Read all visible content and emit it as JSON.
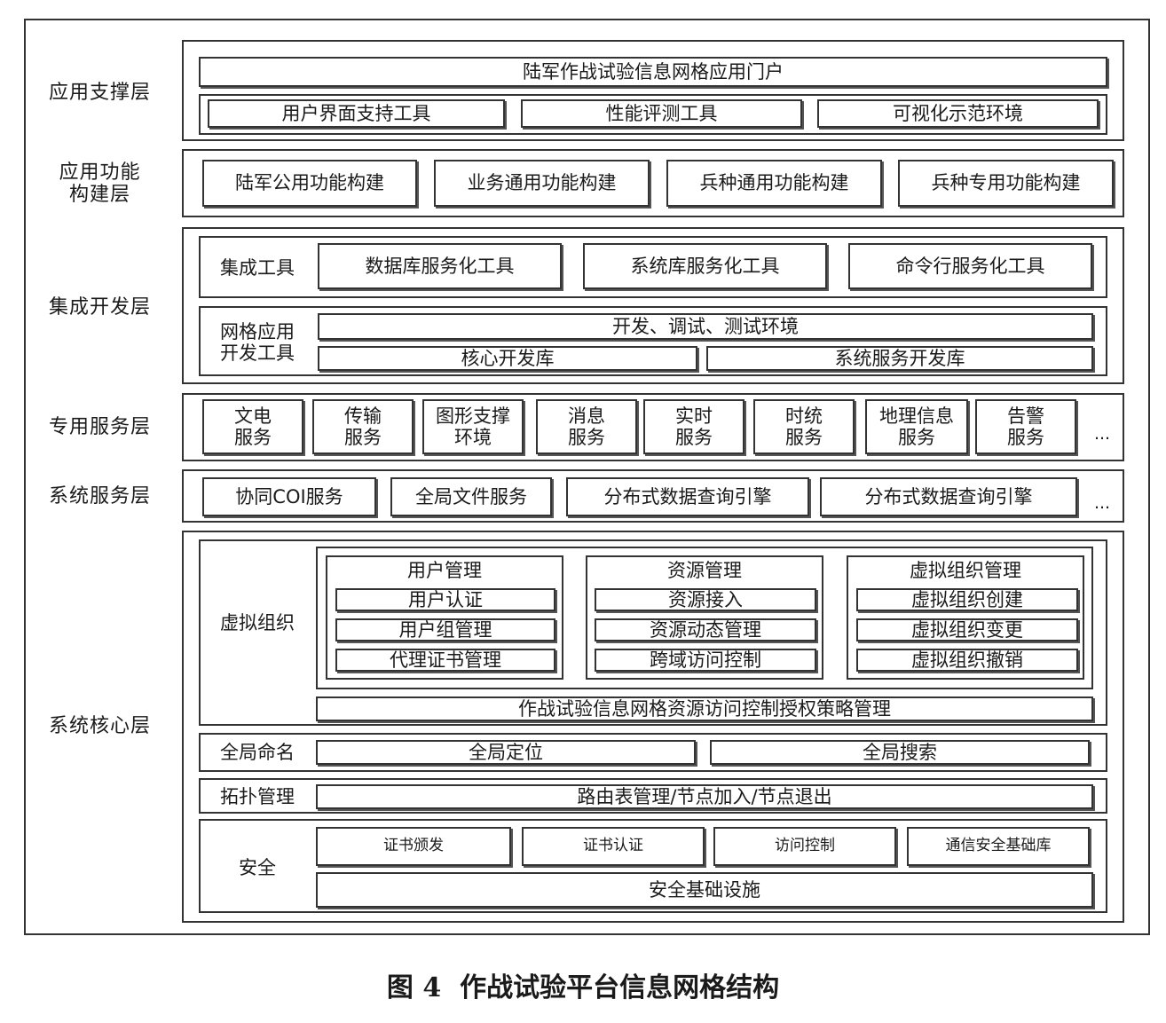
{
  "layers": {
    "app_support": "应用支撑层",
    "app_function": [
      "应用功能",
      "构建层"
    ],
    "integration": "集成开发层",
    "dedicated": "专用服务层",
    "system_service": "系统服务层",
    "system_core": "系统核心层"
  },
  "app_support": {
    "portal": "陆军作战试验信息网格应用门户",
    "tools": [
      "用户界面支持工具",
      "性能评测工具",
      "可视化示范环境"
    ]
  },
  "app_function": {
    "items": [
      "陆军公用功能构建",
      "业务通用功能构建",
      "兵种通用功能构建",
      "兵种专用功能构建"
    ]
  },
  "integration": {
    "tools_label": "集成工具",
    "tools": [
      "数据库服务化工具",
      "系统库服务化工具",
      "命令行服务化工具"
    ],
    "grid_label": [
      "网格应用",
      "开发工具"
    ],
    "env": "开发、调试、测试环境",
    "libs": [
      "核心开发库",
      "系统服务开发库"
    ]
  },
  "dedicated": {
    "items": [
      [
        "文电",
        "服务"
      ],
      [
        "传输",
        "服务"
      ],
      [
        "图形支撑",
        "环境"
      ],
      [
        "消息",
        "服务"
      ],
      [
        "实时",
        "服务"
      ],
      [
        "时统",
        "服务"
      ],
      [
        "地理信息",
        "服务"
      ],
      [
        "告警",
        "服务"
      ]
    ],
    "ellipsis": "..."
  },
  "system_service": {
    "items": [
      "协同COI服务",
      "全局文件服务",
      "分布式数据查询引擎",
      "分布式数据查询引擎"
    ],
    "ellipsis": "..."
  },
  "core": {
    "vo_label": "虚拟组织",
    "groups": [
      {
        "title": "用户管理",
        "items": [
          "用户认证",
          "用户组管理",
          "代理证书管理"
        ]
      },
      {
        "title": "资源管理",
        "items": [
          "资源接入",
          "资源动态管理",
          "跨域访问控制"
        ]
      },
      {
        "title": "虚拟组织管理",
        "items": [
          "虚拟组织创建",
          "虚拟组织变更",
          "虚拟组织撤销"
        ]
      }
    ],
    "policy": "作战试验信息网格资源访问控制授权策略管理",
    "naming_label": "全局命名",
    "naming": [
      "全局定位",
      "全局搜索"
    ],
    "topo_label": "拓扑管理",
    "topo": "路由表管理/节点加入/节点退出",
    "security_label": "安全",
    "security": [
      "证书颁发",
      "证书认证",
      "访问控制",
      "通信安全基础库"
    ],
    "security_infra": "安全基础设施"
  },
  "caption": "图 4  作战试验平台信息网格结构"
}
